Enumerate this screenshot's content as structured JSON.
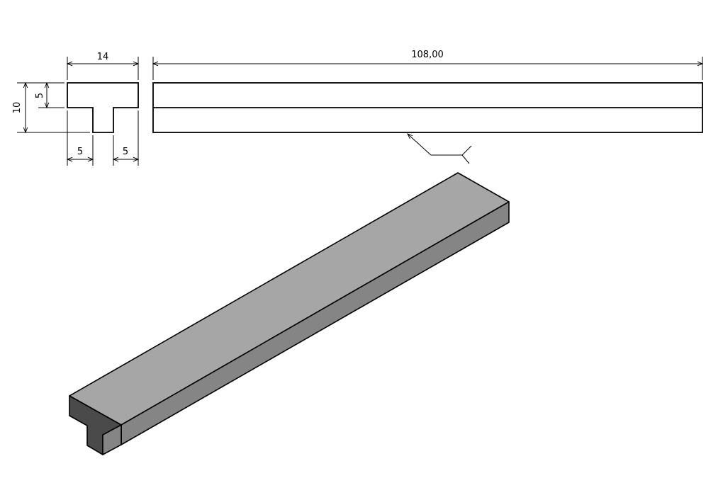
{
  "dimensions": {
    "width_top": "14",
    "height_total": "10",
    "height_flange": "5",
    "left_offset": "5",
    "right_offset": "5",
    "length": "108,00"
  },
  "colors": {
    "line": "#000000",
    "background": "#ffffff",
    "top_face": "#a6a6a6",
    "side_face": "#858585",
    "end_face": "#4a4a4a"
  }
}
